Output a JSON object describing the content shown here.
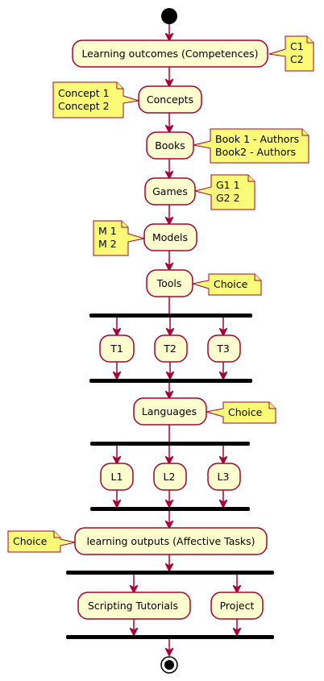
{
  "activities": {
    "learning_outcomes": "Learning outcomes (Competences)",
    "concepts": "Concepts",
    "books": "Books",
    "games": "Games",
    "models": "Models",
    "tools": "Tools",
    "t1": "T1",
    "t2": "T2",
    "t3": "T3",
    "languages": "Languages",
    "l1": "L1",
    "l2": "L2",
    "l3": "L3",
    "learning_outputs": "learning outputs (Affective Tasks)",
    "scripting_tutorials": "Scripting Tutorials",
    "project": "Project"
  },
  "notes": {
    "competences": [
      "C1",
      "C2"
    ],
    "concepts": [
      "Concept 1",
      "Concept 2"
    ],
    "books": [
      "Book 1 - Authors",
      "Book2  - Authors"
    ],
    "games": [
      "G1 1",
      "G2 2"
    ],
    "models": [
      "M 1",
      "M 2"
    ],
    "tools": [
      "Choice"
    ],
    "languages": [
      "Choice"
    ],
    "learning_outputs": [
      "Choice"
    ]
  },
  "colors": {
    "activity_fill": "#FEFECE",
    "note_fill": "#FBFB77",
    "border": "#A80036",
    "bar": "#000000"
  }
}
